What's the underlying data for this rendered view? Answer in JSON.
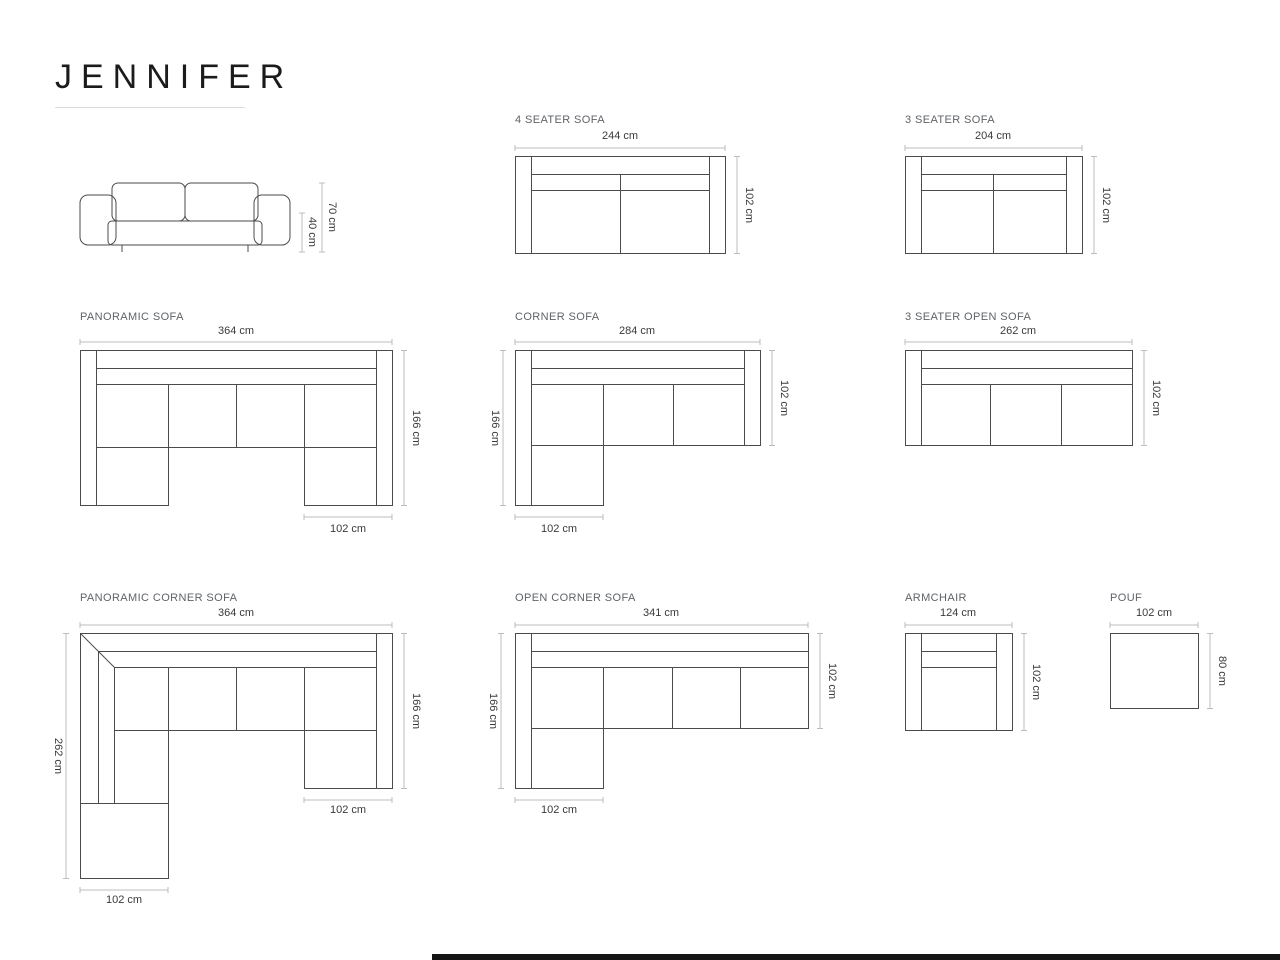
{
  "page": {
    "title": "JENNIFER"
  },
  "colors": {
    "furniture_line": "#4b4b4b",
    "dimension_line": "#b9bcc0",
    "label_text": "#5f6368",
    "dim_text": "#3a3a3a",
    "brand_text": "#1b1b1b"
  },
  "figures": {
    "front_view": {
      "dims": {
        "total_height": "70 cm",
        "seat_height": "40 cm"
      }
    },
    "four_seater": {
      "title": "4 SEATER SOFA",
      "dims": {
        "width": "244 cm",
        "depth": "102 cm"
      }
    },
    "three_seater": {
      "title": "3 SEATER SOFA",
      "dims": {
        "width": "204 cm",
        "depth": "102 cm"
      }
    },
    "panoramic": {
      "title": "PANORAMIC SOFA",
      "dims": {
        "width": "364 cm",
        "depth": "166 cm",
        "chaise_width": "102 cm"
      }
    },
    "corner": {
      "title": "CORNER SOFA",
      "dims": {
        "width": "284 cm",
        "height": "166 cm",
        "depth": "102 cm",
        "chaise_width": "102 cm"
      }
    },
    "three_seater_open": {
      "title": "3 SEATER OPEN SOFA",
      "dims": {
        "width": "262 cm",
        "depth": "102 cm"
      }
    },
    "panoramic_corner": {
      "title": "PANORAMIC CORNER SOFA",
      "dims": {
        "width": "364 cm",
        "left_height": "262 cm",
        "right_depth": "166 cm",
        "chaise_width": "102 cm",
        "left_width": "102 cm"
      }
    },
    "open_corner": {
      "title": "OPEN CORNER SOFA",
      "dims": {
        "width": "341 cm",
        "left_height": "166 cm",
        "right_depth": "102 cm",
        "chaise_width": "102 cm"
      }
    },
    "armchair": {
      "title": "ARMCHAIR",
      "dims": {
        "width": "124 cm",
        "depth": "102 cm"
      }
    },
    "pouf": {
      "title": "POUF",
      "dims": {
        "width": "102 cm",
        "depth": "80 cm"
      }
    }
  }
}
